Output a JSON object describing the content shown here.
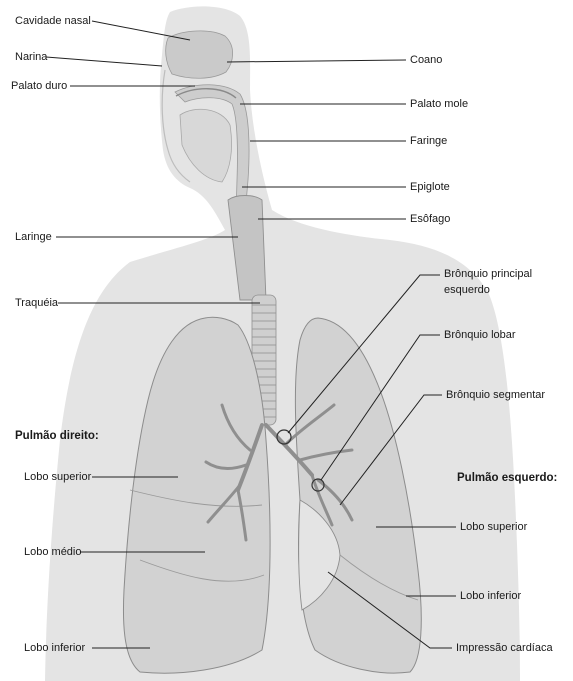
{
  "labels": {
    "cavidade_nasal": "Cavidade nasal",
    "narina": "Narina",
    "palato_duro": "Palato duro",
    "coano": "Coano",
    "palato_mole": "Palato mole",
    "faringe": "Faringe",
    "epiglote": "Epiglote",
    "esofago": "Esôfago",
    "laringe": "Laringe",
    "bronquio_principal_1": "Brônquio principal",
    "bronquio_principal_2": "esquerdo",
    "traqueia": "Traquéia",
    "bronquio_lobar": "Brônquio lobar",
    "bronquio_segmentar": "Brônquio segmentar",
    "pulmao_direito": "Pulmão direito:",
    "lobo_superior_dir": "Lobo superior",
    "pulmao_esquerdo": "Pulmão esquerdo:",
    "lobo_superior_esq": "Lobo superior",
    "lobo_medio": "Lobo médio",
    "lobo_inferior_esq": "Lobo inferior",
    "impressao_cardiaca": "Impressão cardíaca",
    "lobo_inferior_dir": "Lobo inferior"
  },
  "colors": {
    "background": "#ffffff",
    "body_silhouette": "#e4e4e4",
    "organ_fill": "#d2d2d2",
    "leader_line": "#222222"
  }
}
